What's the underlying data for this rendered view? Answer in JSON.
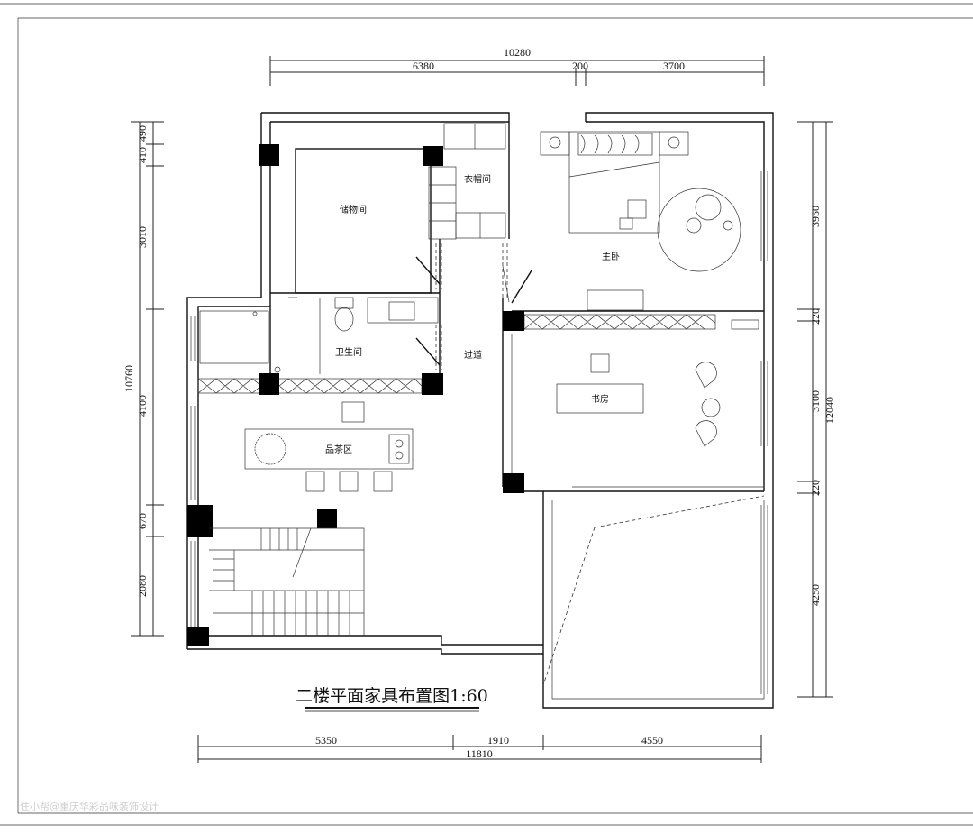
{
  "title": "二楼平面家具布置图1:60",
  "watermark": "住小帮@重庆华彩品味装饰设计",
  "rooms": {
    "storage": "储物间",
    "cloakroom": "衣帽间",
    "master_bedroom": "主卧",
    "bathroom": "卫生间",
    "corridor": "过道",
    "study": "书房",
    "tea_area": "品茶区"
  },
  "dimensions": {
    "top_total": "10280",
    "top_a": "6380",
    "top_b": "200",
    "top_c": "3700",
    "bottom_a": "5350",
    "bottom_b": "1910",
    "bottom_c": "4550",
    "bottom_total": "11810",
    "left_total": "10760",
    "left_1": "490",
    "left_2": "410",
    "left_3": "3010",
    "left_4": "4100",
    "left_5": "670",
    "left_6": "2080",
    "right_total": "12040",
    "right_1": "3950",
    "right_2": "220",
    "right_3": "3100",
    "right_4": "220",
    "right_5": "4250"
  }
}
